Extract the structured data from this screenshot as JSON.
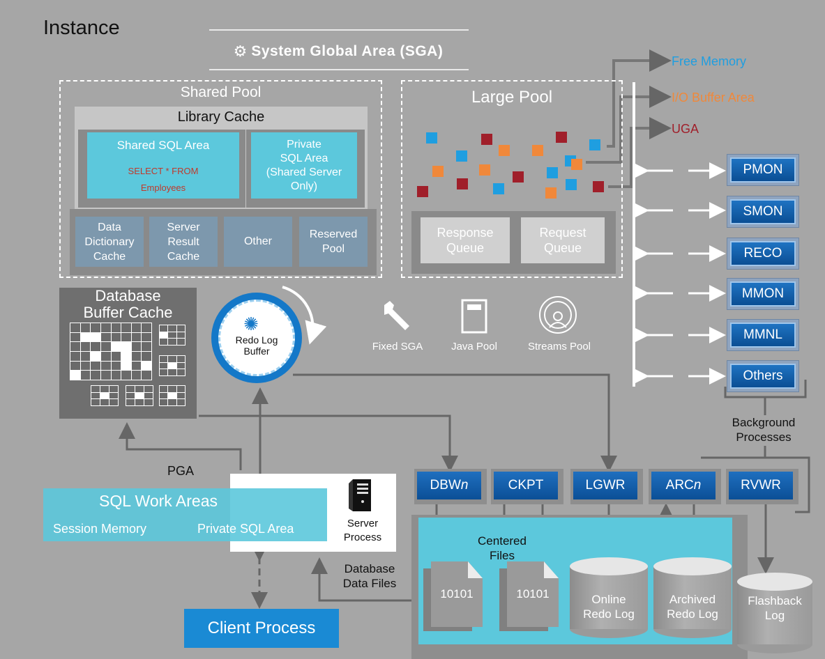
{
  "instance_label": "Instance",
  "sga_title": "System Global Area (SGA)",
  "shared_pool": {
    "title": "Shared Pool",
    "library_cache": "Library Cache",
    "shared_sql_area": "Shared SQL Area",
    "sql_line1": "SELECT * FROM",
    "sql_line2": "Employees",
    "private_sql_line1": "Private",
    "private_sql_line2": "SQL Area",
    "private_sql_line3": "(Shared Server",
    "private_sql_line4": "Only)",
    "sub_items": [
      {
        "l1": "Data",
        "l2": "Dictionary",
        "l3": "Cache"
      },
      {
        "l1": "Server",
        "l2": "Result",
        "l3": "Cache"
      },
      {
        "l1": "Other"
      },
      {
        "l1": "Reserved",
        "l2": "Pool"
      }
    ]
  },
  "large_pool": {
    "title": "Large Pool",
    "response_l1": "Response",
    "response_l2": "Queue",
    "request_l1": "Request",
    "request_l2": "Queue"
  },
  "memory_labels": {
    "free_memory": "Free Memory",
    "io_buffer": "I/O Buffer Area",
    "uga": "UGA"
  },
  "colors": {
    "free_memory": "#1f9ee0",
    "io_buffer": "#f0883a",
    "uga": "#a01f2a",
    "teal": "#5cc8dc",
    "process_blue": "#0b5aa8"
  },
  "db_buffer_cache_l1": "Database",
  "db_buffer_cache_l2": "Buffer Cache",
  "redo_log_l1": "Redo Log",
  "redo_log_l2": "Buffer",
  "small_pools": [
    {
      "label": "Fixed SGA",
      "icon": "wrench-icon"
    },
    {
      "label": "Java Pool",
      "icon": "document-icon"
    },
    {
      "label": "Streams Pool",
      "icon": "broadcast-icon"
    }
  ],
  "background_processes": [
    "PMON",
    "SMON",
    "RECO",
    "MMON",
    "MMNL",
    "Others"
  ],
  "background_label_l1": "Background",
  "background_label_l2": "Processes",
  "pga_label": "PGA",
  "sql_work_areas": "SQL Work Areas",
  "session_memory": "Session Memory",
  "private_sql_area": "Private SQL Area",
  "server_process_l1": "Server",
  "server_process_l2": "Process",
  "client_process": "Client Process",
  "lower_processes": [
    {
      "prefix": "DBW",
      "suffix": "n"
    },
    {
      "prefix": "CKPT",
      "suffix": ""
    },
    {
      "prefix": "LGWR",
      "suffix": ""
    },
    {
      "prefix": "ARC",
      "suffix": "n"
    },
    {
      "prefix": "RVWR",
      "suffix": ""
    }
  ],
  "database_data_files_l1": "Database",
  "database_data_files_l2": "Data Files",
  "centered_files_l1": "Centered",
  "centered_files_l2": "Files",
  "file_binary": "10101",
  "online_redo_l1": "Online",
  "online_redo_l2": "Redo Log",
  "archived_redo_l1": "Archived",
  "archived_redo_l2": "Redo Log",
  "flashback_l1": "Flashback",
  "flashback_l2": "Log"
}
